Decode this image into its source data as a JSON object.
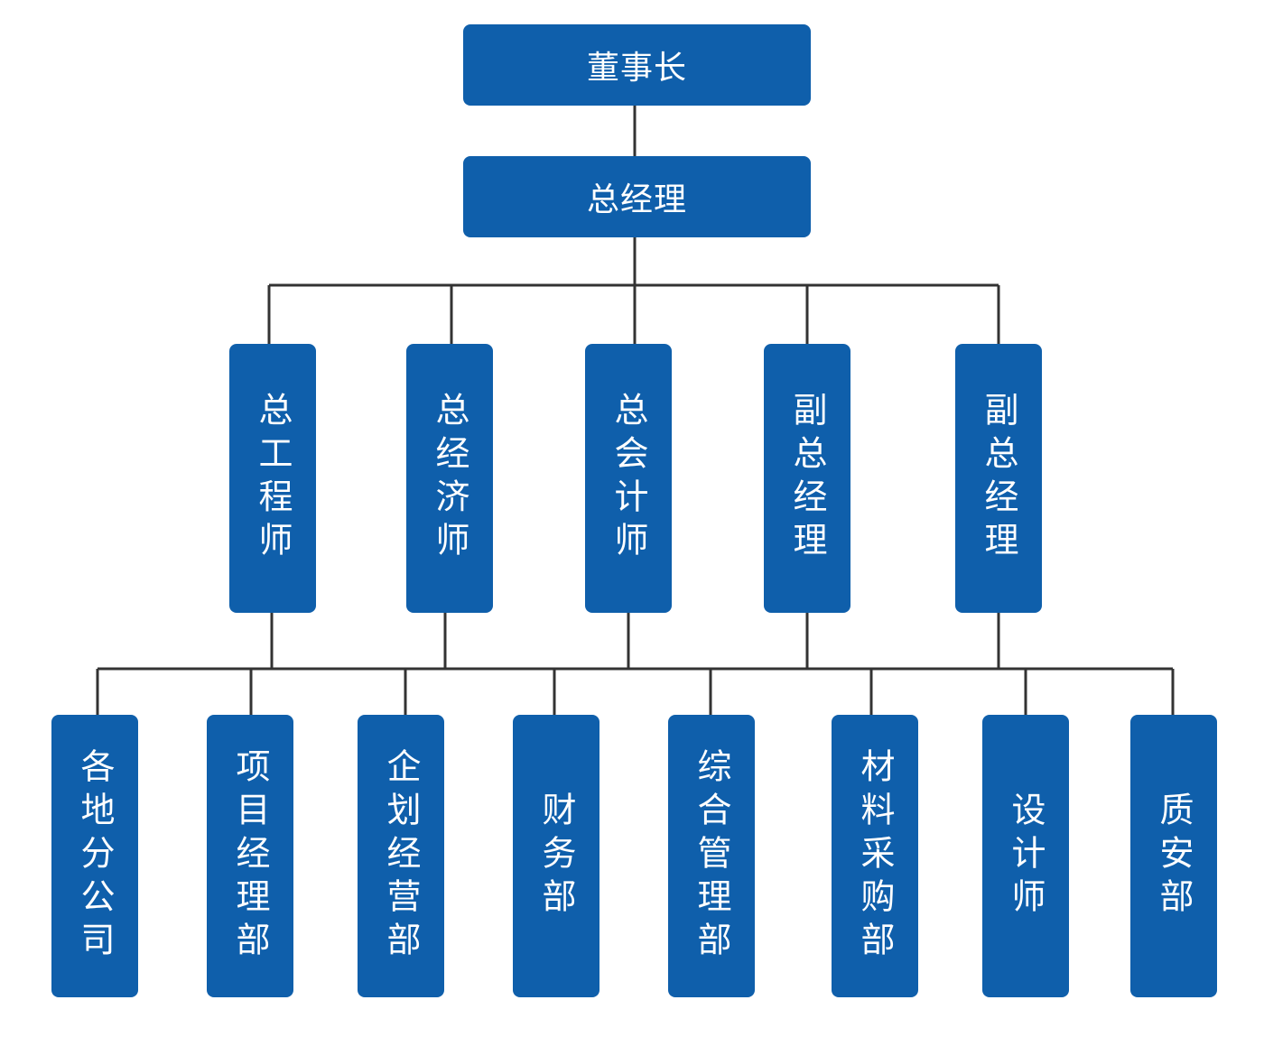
{
  "colors": {
    "node_fill": "#0f5fab",
    "node_text": "#ffffff",
    "connector": "#333333"
  },
  "root": {
    "chairman": "董事长",
    "general_manager": "总经理"
  },
  "executives": [
    "总工程师",
    "总经济师",
    "总会计师",
    "副总经理",
    "副总经理"
  ],
  "departments": [
    "各地分公司",
    "项目经理部",
    "企划经营部",
    "财务部",
    "综合管理部",
    "材料采购部",
    "设计师",
    "质安部"
  ]
}
